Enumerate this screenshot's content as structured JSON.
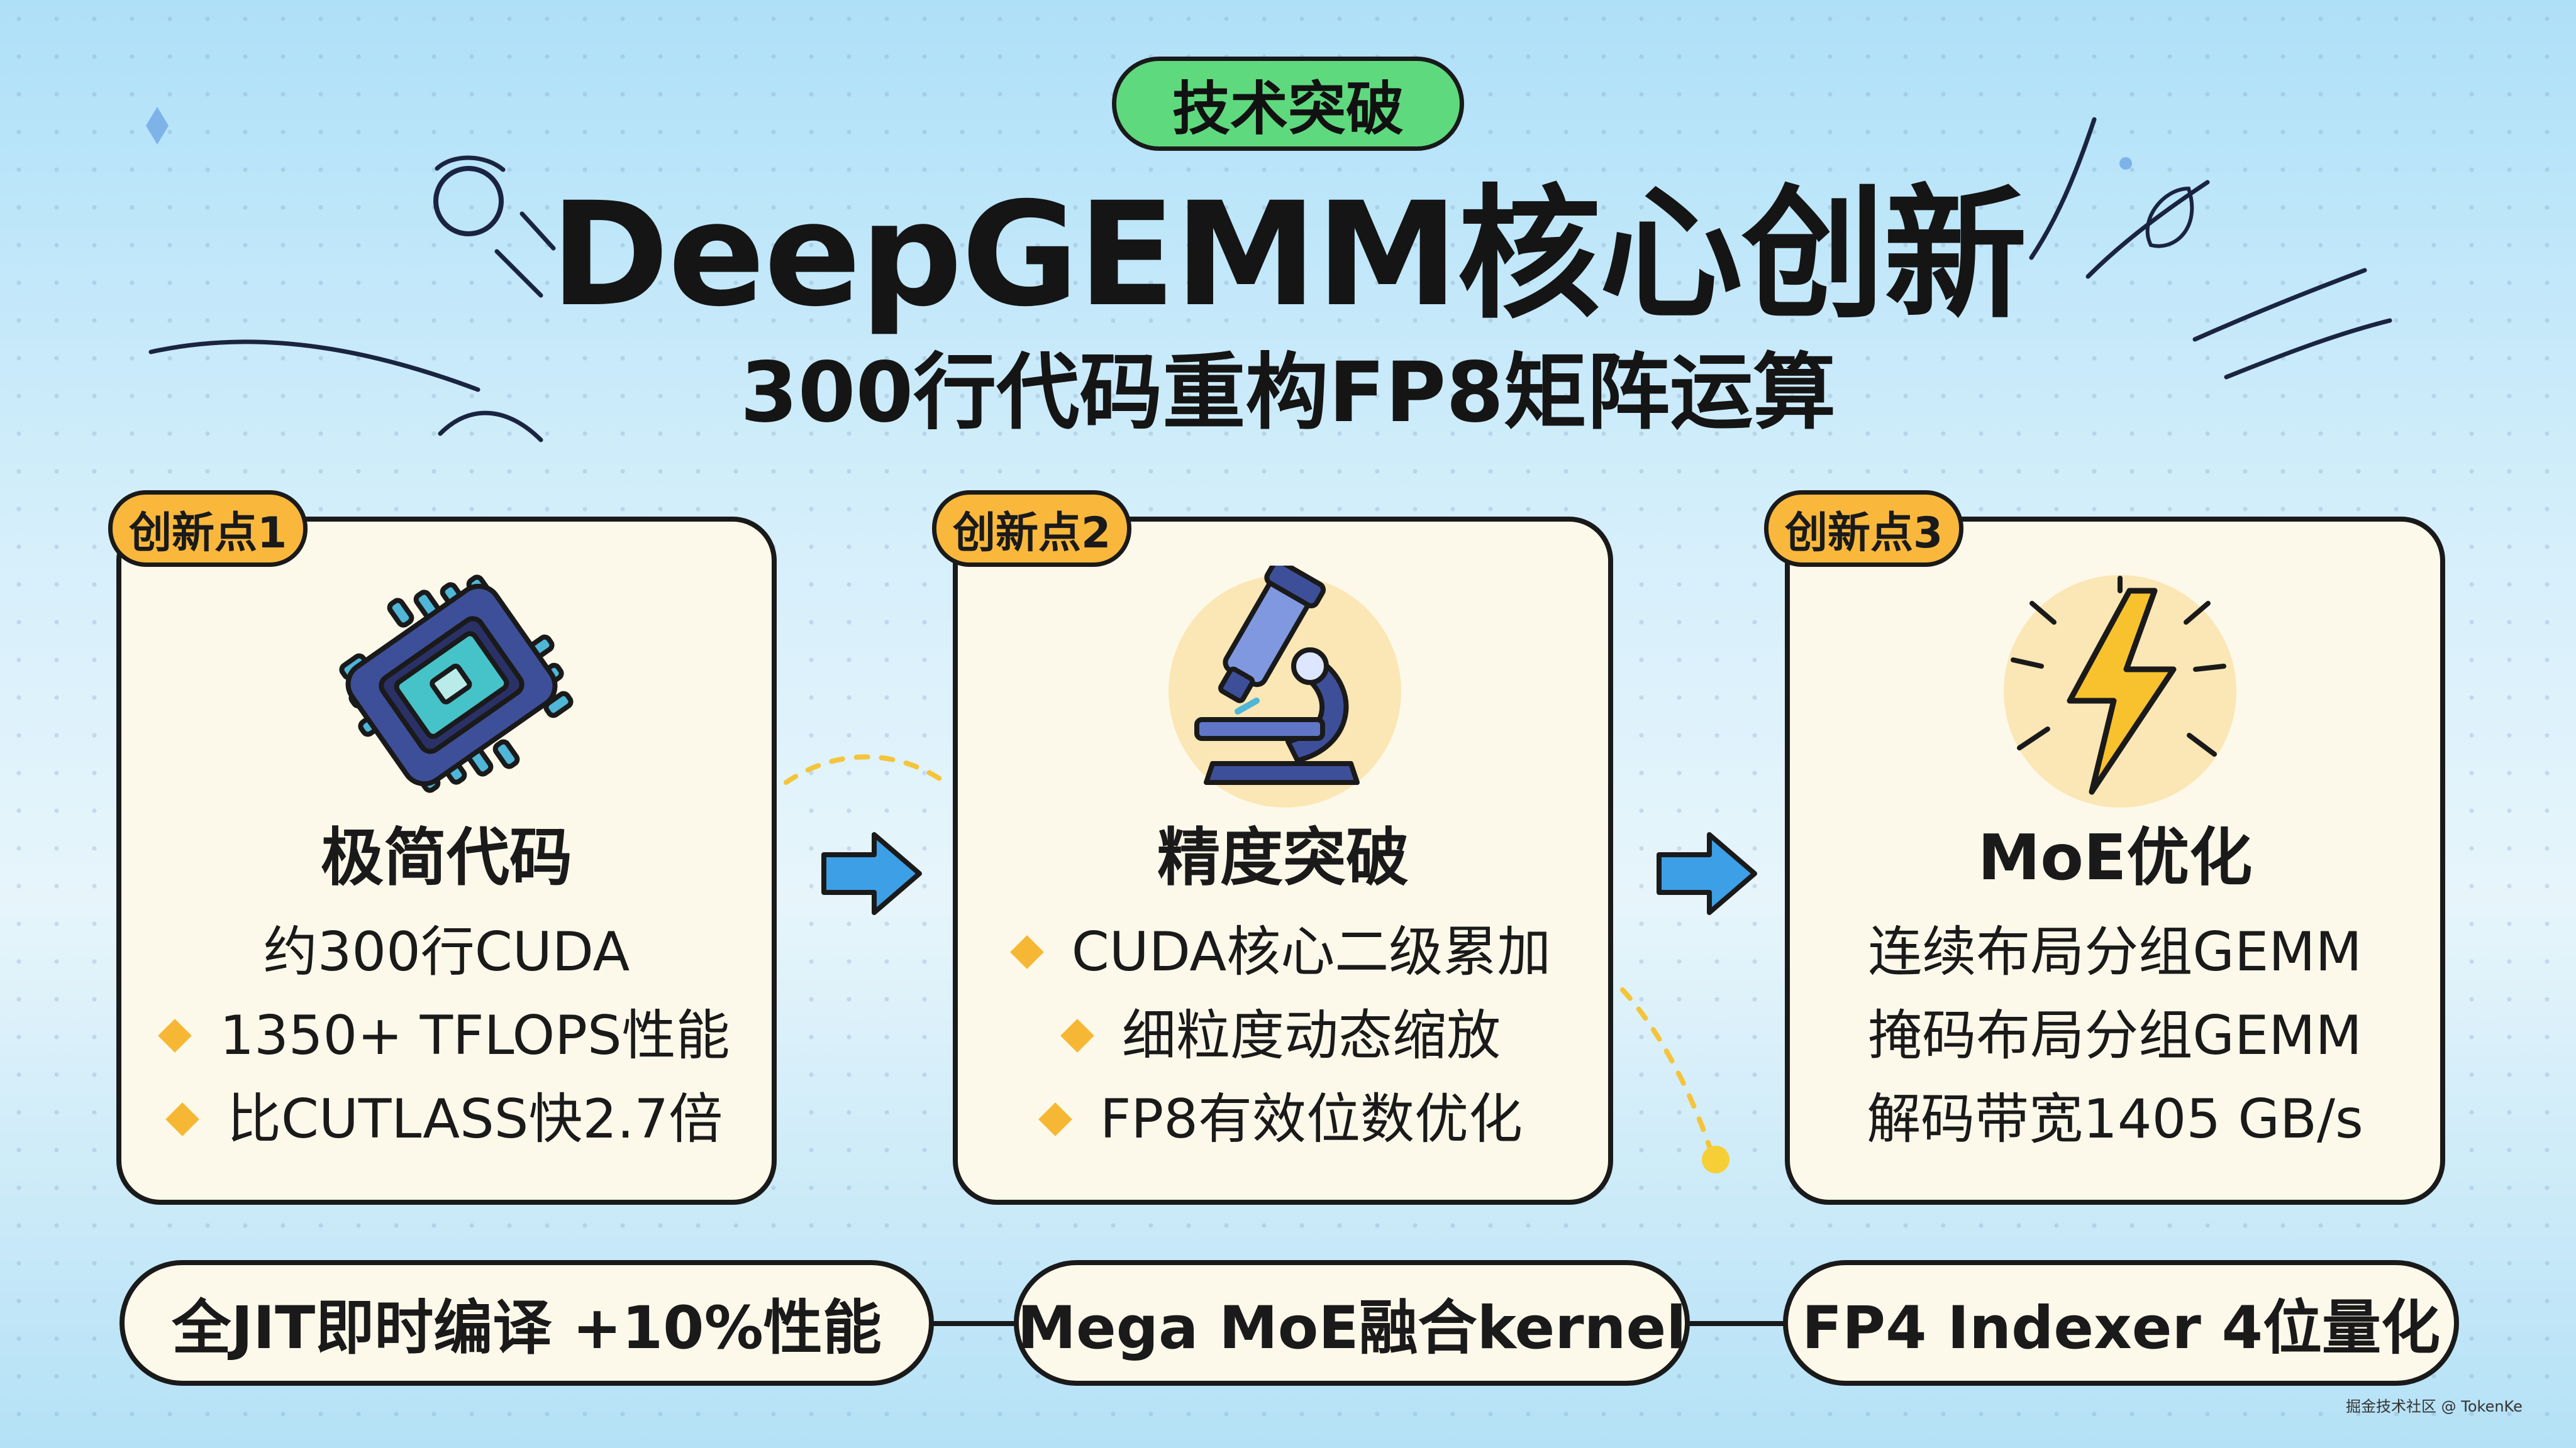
{
  "badge": "技术突破",
  "title": "DeepGEMM核心创新",
  "subtitle": "300行代码重构FP8矩阵运算",
  "cards": [
    {
      "tag": "创新点1",
      "icon": "chip-icon",
      "title": "极简代码",
      "rows": [
        {
          "text": "约300行CUDA",
          "bullet": false
        },
        {
          "text": "1350+ TFLOPS性能",
          "bullet": true
        },
        {
          "text": "比CUTLASS快2.7倍",
          "bullet": true
        }
      ]
    },
    {
      "tag": "创新点2",
      "icon": "microscope-icon",
      "title": "精度突破",
      "rows": [
        {
          "text": "CUDA核心二级累加",
          "bullet": true
        },
        {
          "text": "细粒度动态缩放",
          "bullet": true
        },
        {
          "text": "FP8有效位数优化",
          "bullet": true
        }
      ]
    },
    {
      "tag": "创新点3",
      "icon": "lightning-icon",
      "title": "MoE优化",
      "rows": [
        {
          "text": "连续布局分组GEMM",
          "bullet": false
        },
        {
          "text": "掩码布局分组GEMM",
          "bullet": false
        },
        {
          "text": "解码带宽1405 GB/s",
          "bullet": false
        }
      ]
    }
  ],
  "bottom": [
    "全JIT即时编译 +10%性能",
    "Mega MoE融合kernel",
    "FP4 Indexer 4位量化"
  ],
  "watermark": "掘金技术社区 @ TokenKe",
  "colors": {
    "badge": "#5fd97e",
    "tag": "#f9b83c",
    "card": "#fdf9ea",
    "arrow": "#3d9fe6",
    "bullet": "#f6b834"
  }
}
